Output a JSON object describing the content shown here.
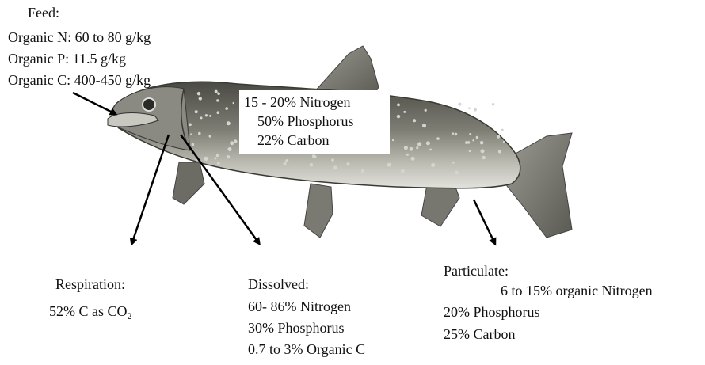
{
  "feed": {
    "heading": "Feed:",
    "lines": [
      "Organic N: 60 to 80 g/kg",
      "Organic P: 11.5 g/kg",
      "Organic C: 400-450 g/kg"
    ]
  },
  "retained": {
    "lines": [
      "15 - 20% Nitrogen",
      "50% Phosphorus",
      "22% Carbon"
    ]
  },
  "respiration": {
    "heading": "Respiration:",
    "value_prefix": "52% C as CO",
    "value_subscript": "2"
  },
  "dissolved": {
    "heading": "Dissolved:",
    "lines": [
      "60- 86% Nitrogen",
      "30% Phosphorus",
      "0.7 to 3% Organic C"
    ]
  },
  "particulate": {
    "heading": "Particulate:",
    "lines": [
      "6 to 15% organic Nitrogen",
      "20% Phosphorus",
      "25% Carbon"
    ]
  },
  "colors": {
    "fish_body": "#7a7a72",
    "fish_belly": "#d9d9d2",
    "fish_dark": "#3e3e38",
    "spots": "#cfd2c8",
    "arrow": "#000000"
  }
}
